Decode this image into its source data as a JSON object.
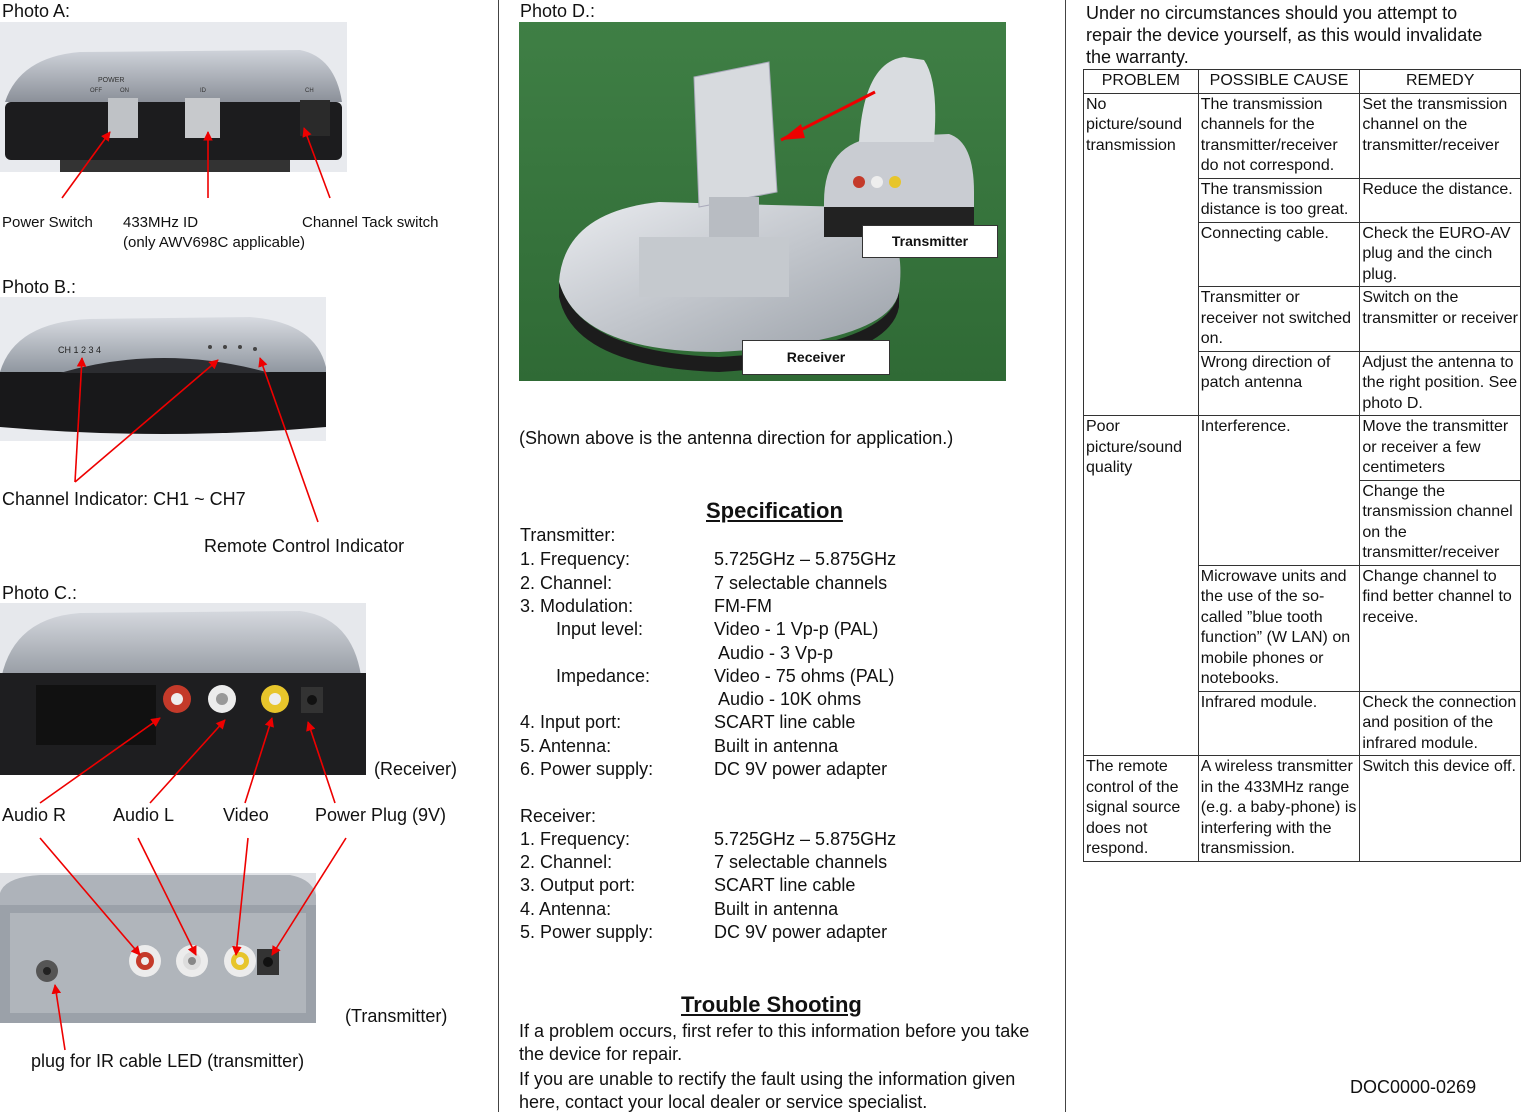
{
  "photo_a": {
    "title": "Photo A:",
    "label_power": "Power Switch",
    "label_id": "433MHz ID",
    "label_id_note": "(only AWV698C applicable)",
    "label_channel": "Channel Tack switch",
    "device_text_power": "POWER",
    "device_text_off": "OFF",
    "device_text_on": "ON",
    "device_text_id": "ID",
    "device_text_ch": "CH"
  },
  "photo_b": {
    "title": "Photo B.:",
    "label_channel": "Channel Indicator: CH1 ~ CH7",
    "label_remote": "Remote Control Indicator",
    "device_text_ch": "CH  1  2  3  4"
  },
  "photo_c": {
    "title": "Photo C.:",
    "receiver_label": "(Receiver)",
    "label_audio_r": "Audio R",
    "label_audio_l": "Audio L",
    "label_video": "Video",
    "label_power": "Power Plug (9V)",
    "transmitter_label": "(Transmitter)",
    "label_ir": "plug for IR cable LED (transmitter)"
  },
  "photo_d": {
    "title": "Photo D.:",
    "transmitter_tag": "Transmitter",
    "receiver_tag": "Receiver",
    "caption": "(Shown above is the antenna direction for application.)"
  },
  "specification": {
    "heading": "Specification",
    "transmitter_title": "Transmitter:",
    "transmitter": [
      {
        "label": "1. Frequency:",
        "value": "5.725GHz – 5.875GHz"
      },
      {
        "label": "2. Channel:",
        "value": "7 selectable channels"
      },
      {
        "label": "3. Modulation:",
        "value": "FM-FM"
      },
      {
        "label": "Input level:",
        "value": "Video - 1 Vp-p (PAL)"
      },
      {
        "label": "",
        "value": "Audio - 3 Vp-p"
      },
      {
        "label": "Impedance:",
        "value": "Video - 75 ohms (PAL)"
      },
      {
        "label": "",
        "value": "Audio - 10K ohms"
      },
      {
        "label": "4. Input port:",
        "value": "SCART line cable"
      },
      {
        "label": "5. Antenna:",
        "value": "Built in antenna"
      },
      {
        "label": "6. Power supply:",
        "value": "DC 9V power adapter"
      }
    ],
    "receiver_title": "Receiver:",
    "receiver": [
      {
        "label": "1. Frequency:",
        "value": "5.725GHz – 5.875GHz"
      },
      {
        "label": "2. Channel:",
        "value": "7 selectable channels"
      },
      {
        "label": "3. Output port:",
        "value": "SCART line cable"
      },
      {
        "label": "4. Antenna:",
        "value": "Built in antenna"
      },
      {
        "label": "5. Power supply:",
        "value": "DC 9V power adapter"
      }
    ]
  },
  "trouble": {
    "heading": "Trouble Shooting",
    "para1": "If a problem occurs, first refer to this information before you take the device for repair.",
    "para2": "If you are unable to rectify the fault using the information given here, contact your local dealer or service specialist.",
    "warning": "Under no circumstances should you attempt to repair the device yourself, as this would invalidate the warranty.",
    "headers": [
      "PROBLEM",
      "POSSIBLE CAUSE",
      "REMEDY"
    ],
    "groups": [
      {
        "problem": "No picture/sound transmission",
        "rows": [
          {
            "cause": "The transmission channels for the transmitter/receiver do not correspond.",
            "remedy": "Set the transmission channel on the transmitter/receiver"
          },
          {
            "cause": "The transmission distance is too great.",
            "remedy": "Reduce the distance."
          },
          {
            "cause": "Connecting cable.",
            "remedy": "Check the EURO-AV plug and the cinch plug."
          },
          {
            "cause": "Transmitter or receiver not switched on.",
            "remedy": "Switch on the transmitter or receiver"
          },
          {
            "cause": "Wrong direction of patch antenna",
            "remedy": "Adjust the antenna to the right position. See photo D."
          }
        ]
      },
      {
        "problem": "Poor picture/sound quality",
        "rows": [
          {
            "cause": "Interference.",
            "remedy": "Move the transmitter or receiver a few centimeters"
          },
          {
            "cause": "",
            "remedy": "Change the transmission channel on the transmitter/receiver"
          },
          {
            "cause": "Microwave units and the use of the so-called ”blue tooth function” (W LAN) on mobile phones or notebooks.",
            "remedy": "Change channel to find better channel to receive."
          },
          {
            "cause": "Infrared module.",
            "remedy": "Check the connection and position of the infrared module."
          }
        ]
      },
      {
        "problem": "The remote control of the signal source does not respond.",
        "rows": [
          {
            "cause": "A wireless transmitter in the 433MHz range (e.g. a baby-phone) is interfering with the transmission.",
            "remedy": "Switch this device off."
          }
        ]
      }
    ]
  },
  "doc_number": "DOC0000-0269"
}
